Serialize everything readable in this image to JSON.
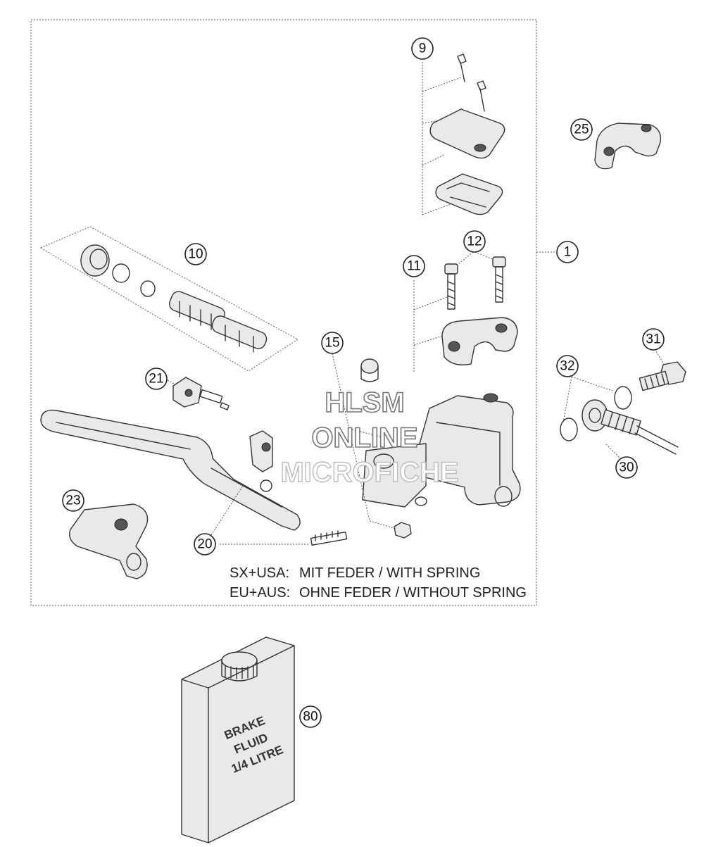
{
  "diagram": {
    "callouts": [
      "1",
      "9",
      "10",
      "11",
      "12",
      "15",
      "20",
      "21",
      "23",
      "25",
      "30",
      "31",
      "32",
      "80"
    ],
    "notes": [
      {
        "code": "SX+USA:",
        "text": "MIT FEDER / WITH SPRING"
      },
      {
        "code": "EU+AUS:",
        "text": "OHNE FEDER / WITHOUT SPRING"
      }
    ],
    "watermark": [
      "HLSM",
      "ONLINE",
      "MICROFICHE"
    ],
    "bottle_label": [
      "BRAKE",
      "FLUID",
      "1/4 LITRE"
    ]
  }
}
